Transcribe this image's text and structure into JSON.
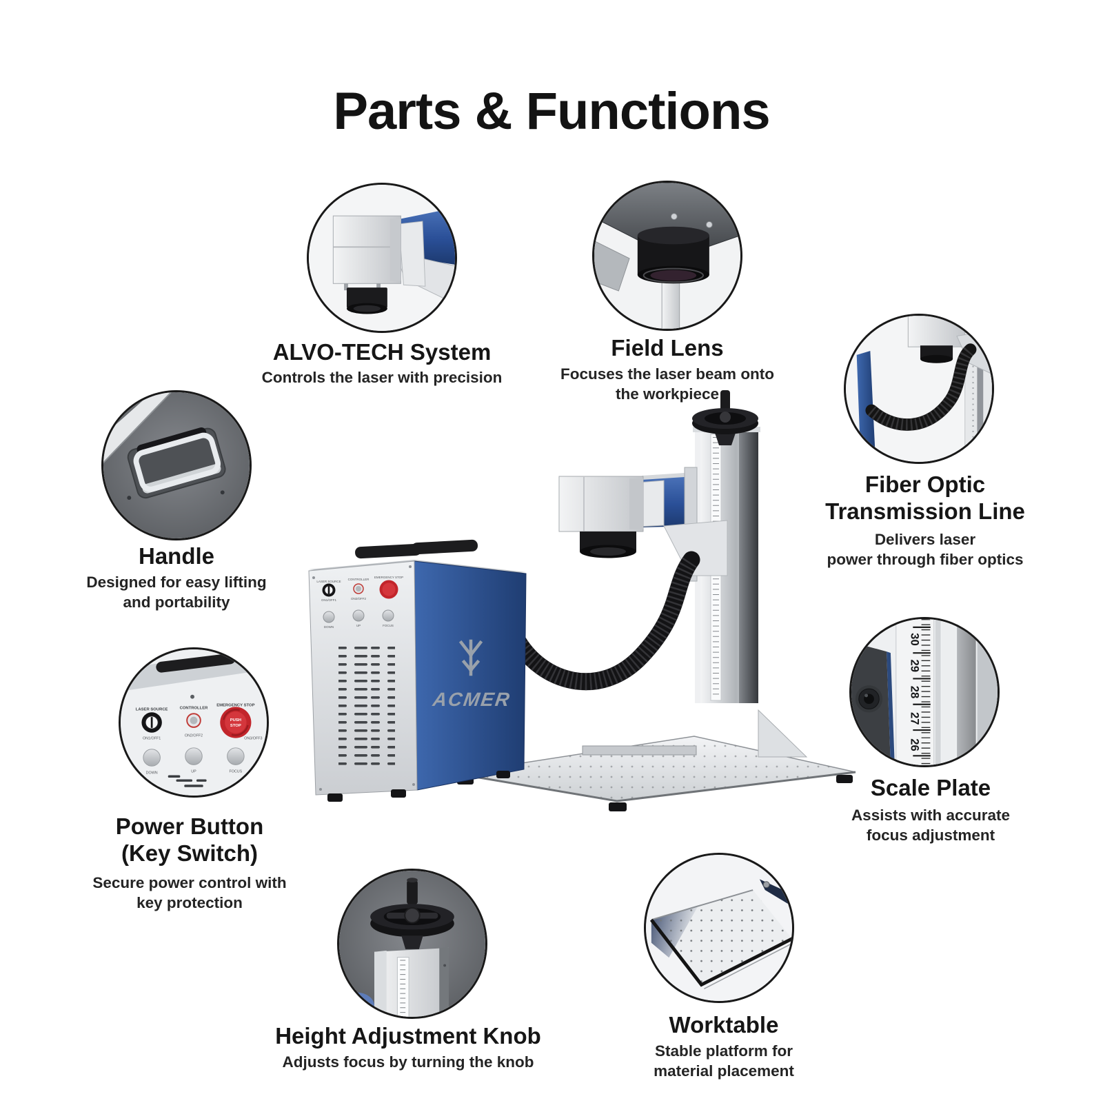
{
  "page": {
    "title": "Parts & Functions"
  },
  "brand": {
    "name": "ACMER"
  },
  "machine_panel": {
    "laser_source_label": "LASER SOURCE",
    "laser_source_sub": "ON1/OFF1",
    "controller_label": "CONTROLLER",
    "controller_sub": "ON2/OFF2",
    "estop_label": "EMERGENCY STOP",
    "estop_sub": "ON3/OFF3",
    "estop_button_line1": "PUSH",
    "estop_button_line2": "STOP",
    "down_label": "DOWN",
    "up_label": "UP",
    "focus_label": "FOCUS"
  },
  "scale_numbers": [
    "30",
    "29",
    "28",
    "27",
    "26"
  ],
  "colors": {
    "accent_blue": "#2f5da9",
    "estop_red": "#c2252b",
    "ink": "#161616",
    "silver": "#d7dadd"
  },
  "callouts": [
    {
      "id": "alvo-tech",
      "title": "ALVO-TECH System",
      "description": "Controls the laser with precision"
    },
    {
      "id": "field-lens",
      "title": "Field Lens",
      "description": "Focuses the laser beam onto\nthe workpiece"
    },
    {
      "id": "fiber-optic",
      "title": "Fiber Optic\nTransmission Line",
      "description": "Delivers laser\npower through fiber optics"
    },
    {
      "id": "handle",
      "title": "Handle",
      "description": "Designed for easy lifting\nand portability"
    },
    {
      "id": "power-button",
      "title": "Power Button\n(Key Switch)",
      "description": "Secure power control with\nkey protection"
    },
    {
      "id": "scale-plate",
      "title": "Scale Plate",
      "description": "Assists with accurate\nfocus adjustment"
    },
    {
      "id": "height-knob",
      "title": "Height Adjustment Knob",
      "description": "Adjusts focus by turning the knob"
    },
    {
      "id": "worktable",
      "title": "Worktable",
      "description": "Stable platform for\nmaterial placement"
    }
  ]
}
